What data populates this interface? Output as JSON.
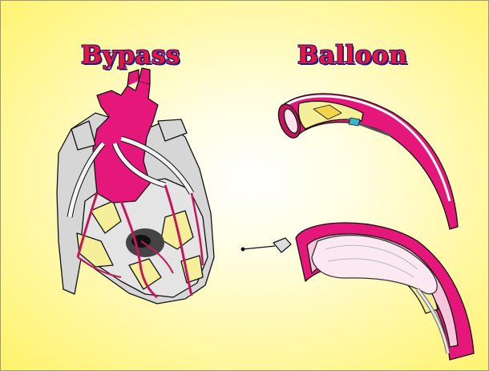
{
  "titles": {
    "left": "Bypass",
    "right": "Balloon"
  },
  "colors": {
    "background": "#fff36a",
    "title_fill": "#e8163a",
    "title_outline": "#1a1a8a",
    "vessel": "#e6177b",
    "heart_gray": "#d6d6d6",
    "plaque": "#f5ef9a"
  },
  "illustrations": [
    "heart-bypass-illustration",
    "artery-catheter-illustration",
    "artery-balloon-illustration"
  ]
}
